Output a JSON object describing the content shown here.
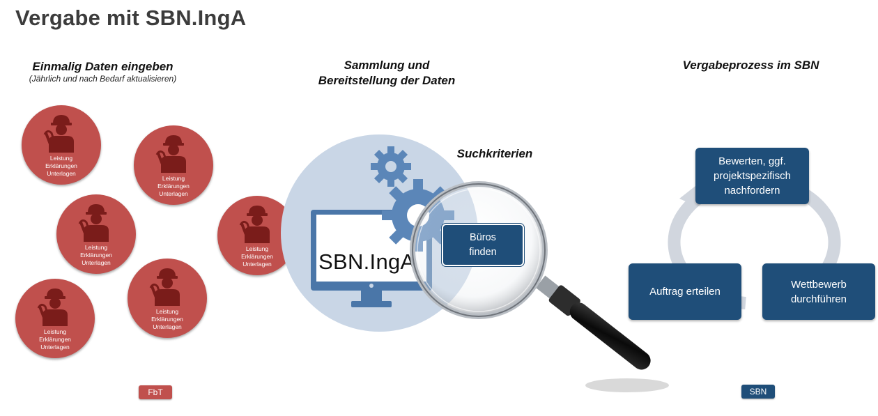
{
  "title": "Vergabe mit SBN.IngA",
  "left": {
    "heading": "Einmalig Daten eingeben",
    "subheading": "(Jährlich und nach Bedarf aktualisieren)",
    "person_lines": [
      "Leistung",
      "Erklärungen",
      "Unterlagen"
    ],
    "tag": "FbT"
  },
  "center": {
    "heading_line1": "Sammlung und",
    "heading_line2": "Bereitstellung der Daten",
    "system_label": "SBN.IngA",
    "search_heading": "Suchkriterien",
    "search_box_line1": "Büros",
    "search_box_line2": "finden"
  },
  "right": {
    "heading": "Vergabeprozess im SBN",
    "steps": [
      {
        "line1": "Bewerten, ggf.",
        "line2": "projektspezifisch",
        "line3": "nachfordern"
      },
      {
        "line1": "Wettbewerb",
        "line2": "durchführen"
      },
      {
        "line1": "Auftrag erteilen"
      }
    ],
    "tag": "SBN"
  },
  "colors": {
    "person_red": "#c0504d",
    "navy": "#1f4e79",
    "disc_blue": "#c9d6e6",
    "tag_red": "#c0504d",
    "tag_navy": "#1f4e79"
  }
}
